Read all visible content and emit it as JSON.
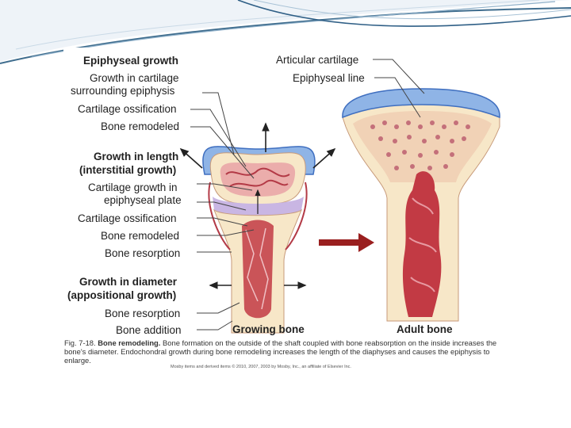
{
  "labels_left": {
    "epiphyseal_growth": "Epiphyseal growth",
    "growth_in_cartilage_1": "Growth in cartilage",
    "growth_in_cartilage_2": "surrounding epiphysis",
    "cartilage_ossification_1": "Cartilage ossification",
    "bone_remodeled_1": "Bone remodeled",
    "growth_in_length_1": "Growth in length",
    "growth_in_length_2": "(interstitial growth)",
    "cartilage_growth_1": "Cartilage growth in",
    "cartilage_growth_2": "epiphyseal plate",
    "cartilage_ossification_2": "Cartilage ossification",
    "bone_remodeled_2": "Bone remodeled",
    "bone_resorption_1": "Bone resorption",
    "growth_in_diameter_1": "Growth in diameter",
    "growth_in_diameter_2": "(appositional growth)",
    "bone_resorption_2": "Bone resorption",
    "bone_addition": "Bone addition"
  },
  "labels_right": {
    "articular_cartilage": "Articular cartilage",
    "epiphyseal_line": "Epiphyseal line"
  },
  "titles": {
    "growing_bone": "Growing bone",
    "adult_bone": "Adult bone"
  },
  "caption": {
    "fig_num": "Fig. 7-18.",
    "fig_title": "Bone remodeling.",
    "text": "Bone formation on the outside of the shaft coupled with bone reabsorption on the inside increases the bone's diameter. Endochondral growth during bone remodeling increases the length of the diaphyses and causes the epiphysis to enlarge."
  },
  "credit": "Mosby items and derived items © 2010, 2007, 2003 by Mosby, Inc., an affiliate of Elsevier Inc.",
  "colors": {
    "cartilage_blue": "#8fb4e6",
    "bone_cream": "#f7e7c8",
    "marrow_red": "#c23a44",
    "spongy_pink": "#e79aa2",
    "arrow_red": "#9a1f1f"
  }
}
